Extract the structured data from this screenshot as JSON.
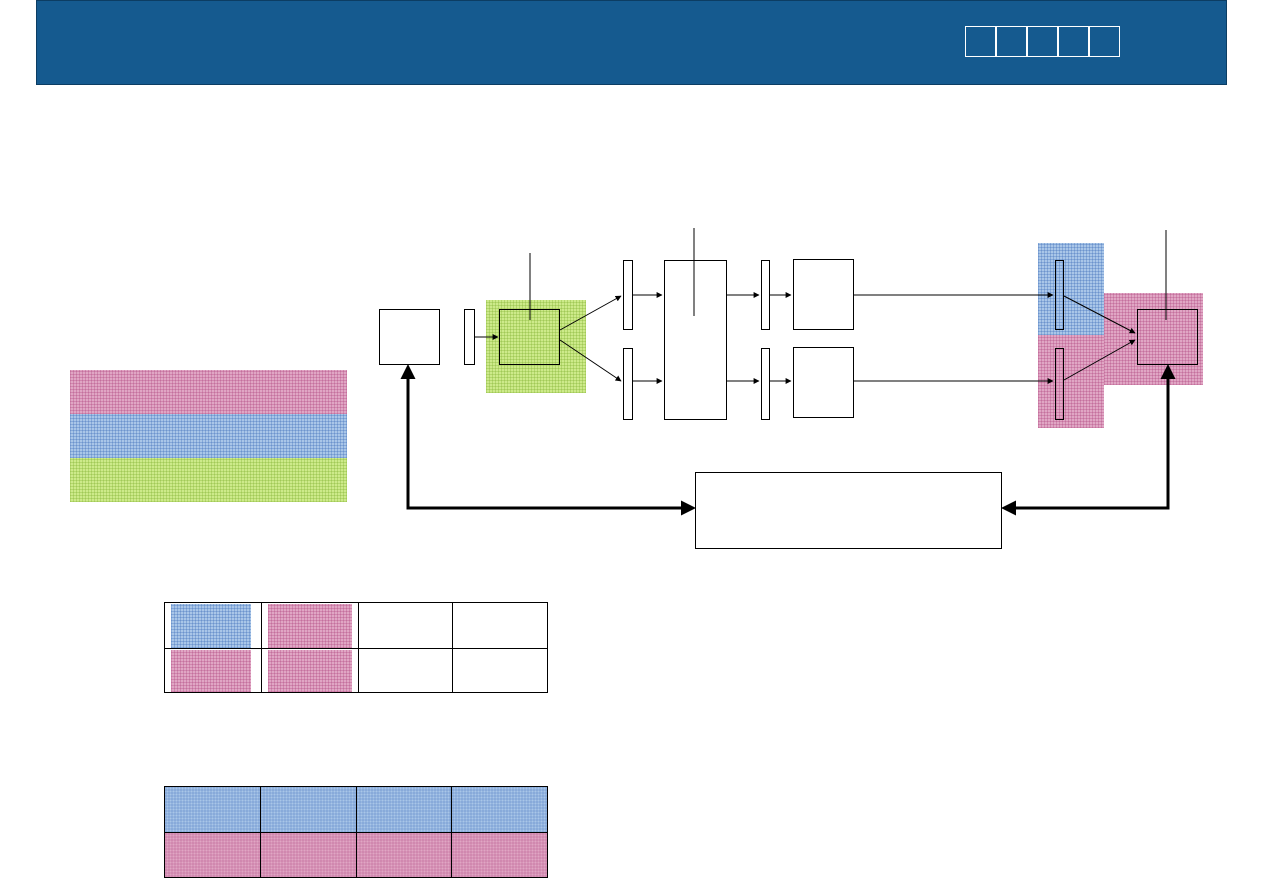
{
  "header": {
    "background_color": "#155a8f",
    "nav_boxes": 5
  },
  "colors": {
    "pink": "#e0a6c4",
    "blue": "#a9c6e8",
    "green": "#cdea8a"
  },
  "legend": {
    "bands": [
      "pink",
      "blue",
      "green"
    ]
  },
  "table_1": {
    "rows": [
      [
        "blue",
        "pink",
        "",
        ""
      ],
      [
        "pink",
        "pink",
        "",
        ""
      ]
    ]
  },
  "table_2": {
    "rows": [
      [
        "blue",
        "blue",
        "blue",
        "blue"
      ],
      [
        "pink",
        "pink",
        "pink",
        "pink"
      ]
    ]
  }
}
